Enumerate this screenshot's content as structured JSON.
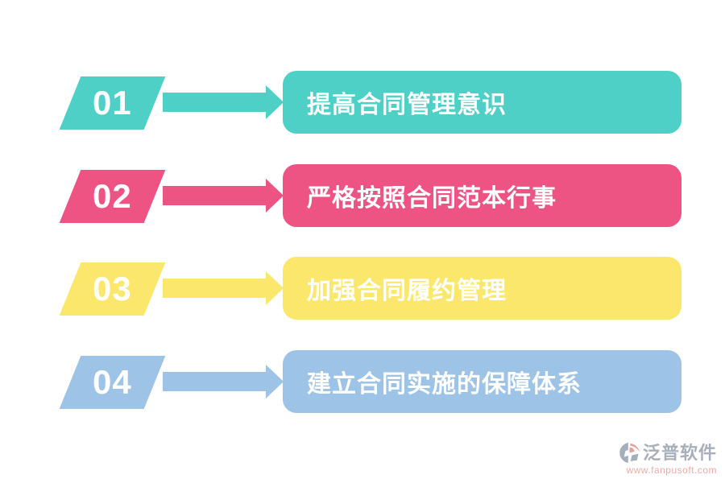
{
  "page": {
    "background": "#ffffff",
    "text_color": "#ffffff"
  },
  "steps": [
    {
      "number": "01",
      "label": "提高合同管理意识",
      "color": "#4FD0C6"
    },
    {
      "number": "02",
      "label": "严格按照合同范本行事",
      "color": "#ED5483"
    },
    {
      "number": "03",
      "label": "加强合同履约管理",
      "color": "#FBE76C"
    },
    {
      "number": "04",
      "label": "建立合同实施的保障体系",
      "color": "#9DC3E6"
    }
  ],
  "footer": {
    "brand": "泛普软件",
    "url": "www.fanpusoft.com",
    "logo_icon": "fanpu-logo-icon",
    "brand_color": "#9AA1AF",
    "url_color": "#EC9C95",
    "icon_gray": "#98A0B0",
    "icon_salmon": "#E2928C"
  }
}
